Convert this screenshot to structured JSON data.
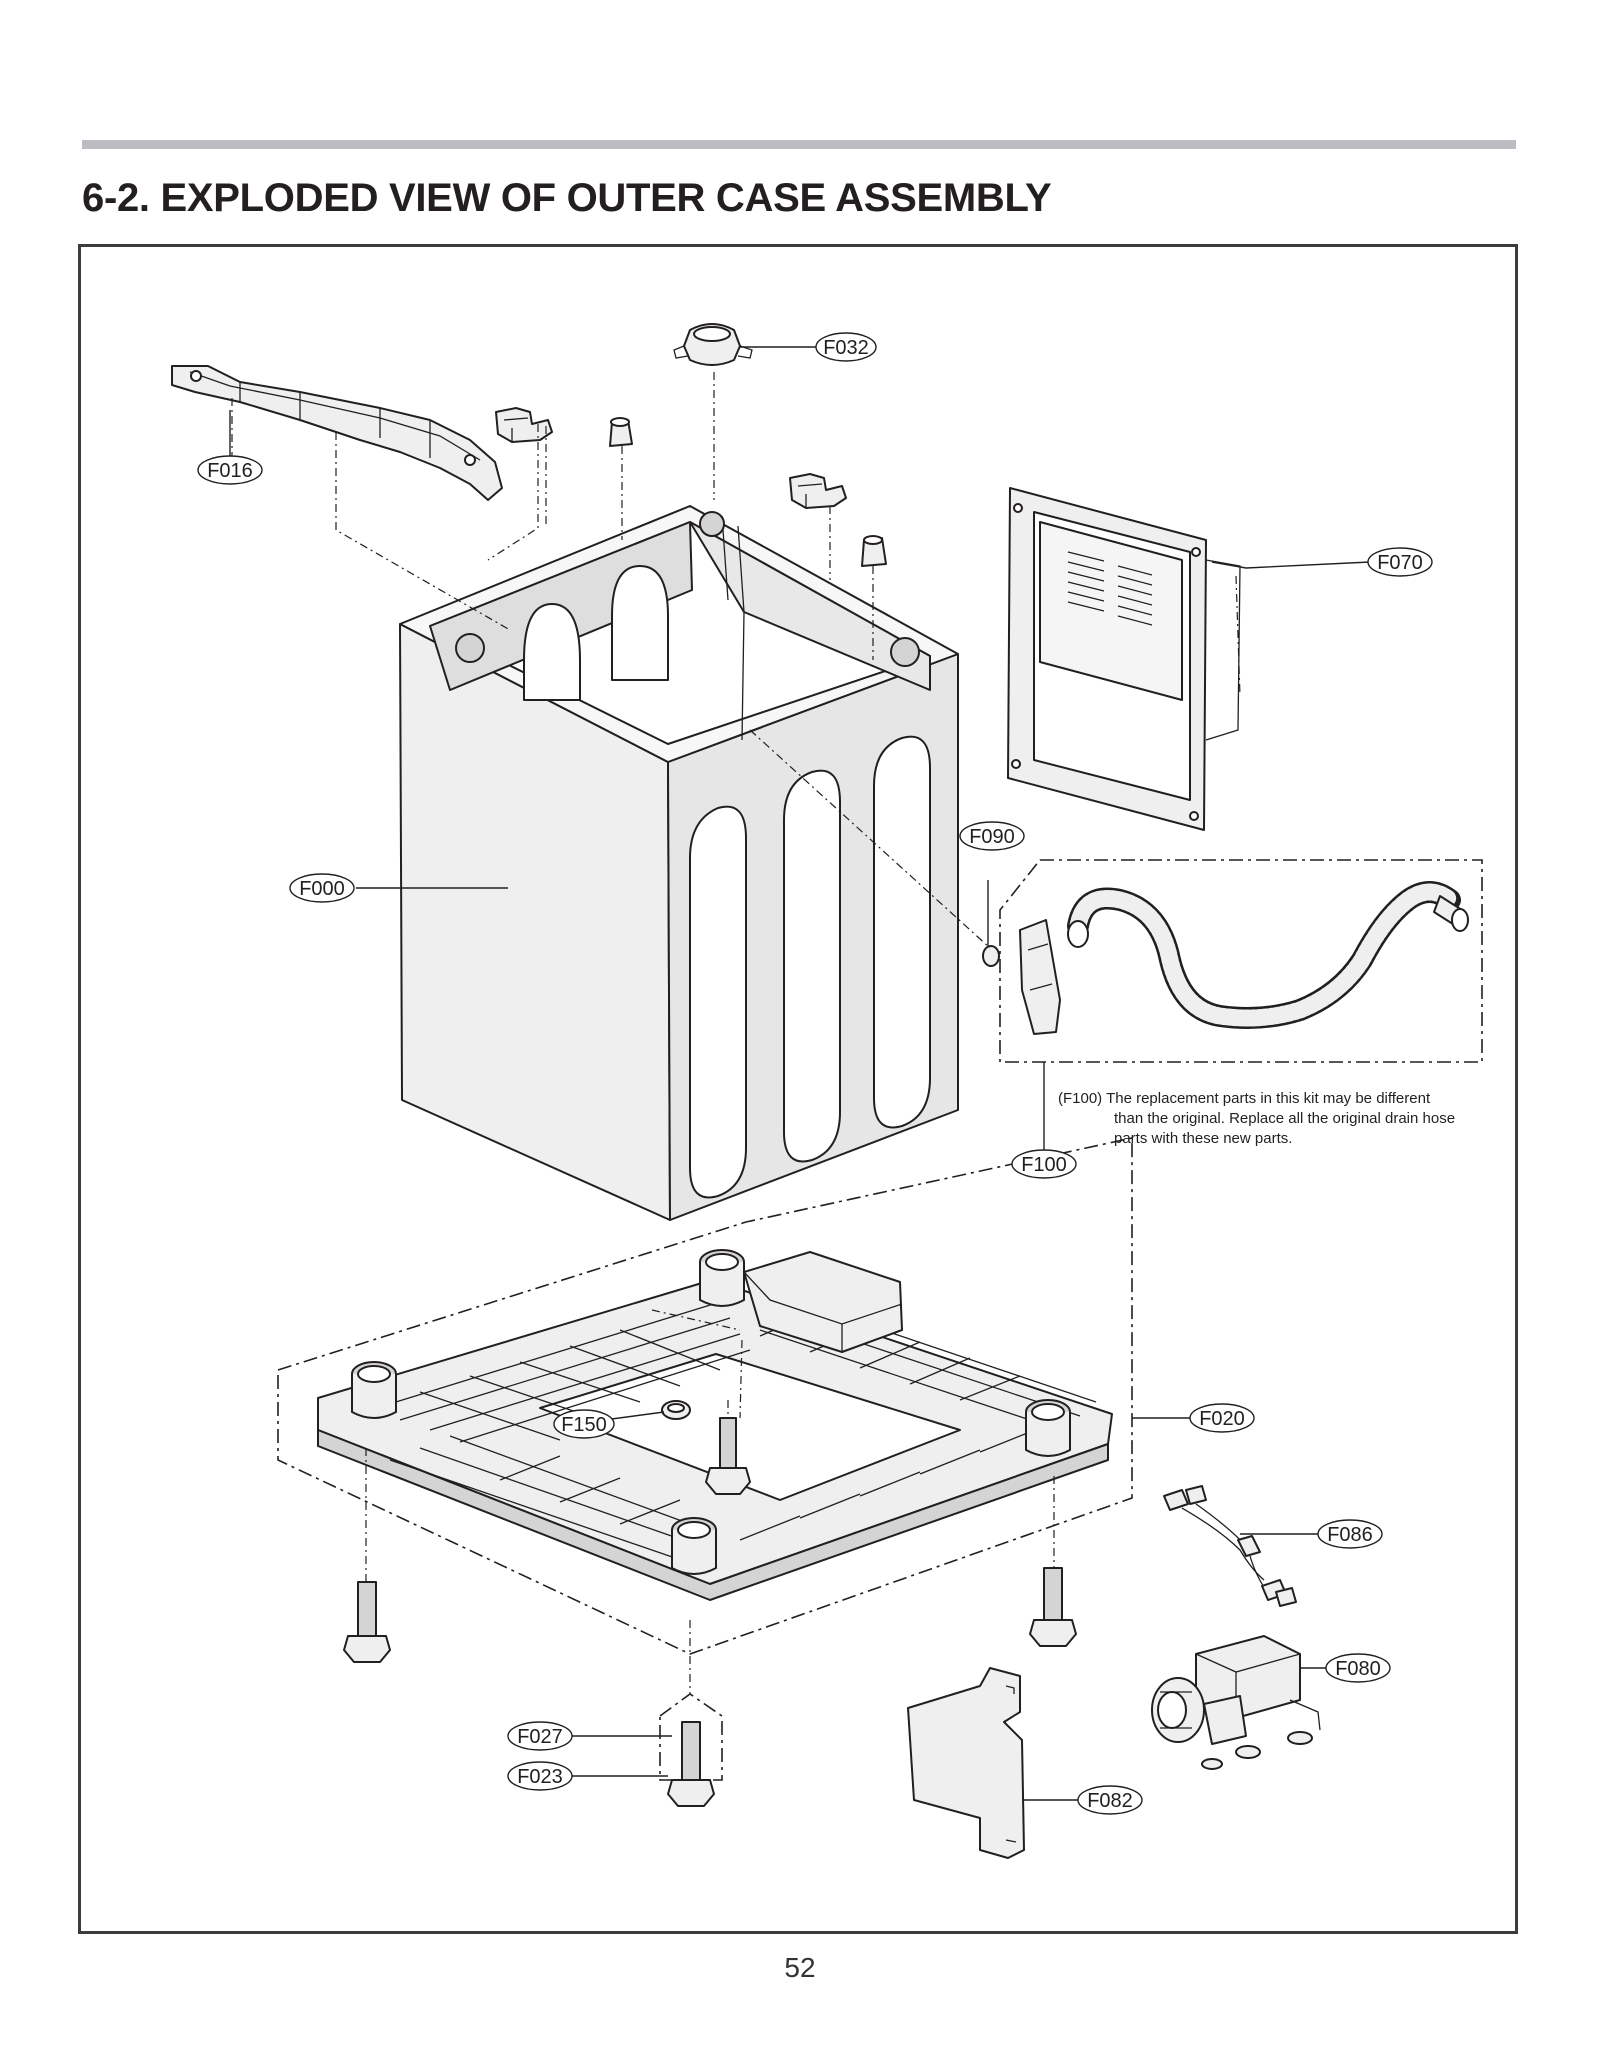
{
  "page": {
    "title": "6-2. EXPLODED VIEW OF OUTER CASE ASSEMBLY",
    "page_number": "52"
  },
  "callouts": {
    "F032": "F032",
    "F016": "F016",
    "F070": "F070",
    "F090": "F090",
    "F000": "F000",
    "F100": "F100",
    "F150": "F150",
    "F020": "F020",
    "F086": "F086",
    "F080": "F080",
    "F027": "F027",
    "F023": "F023",
    "F082": "F082"
  },
  "note": {
    "line1": "(F100) The replacement parts in this kit may be different",
    "line2": "than the original. Replace all the original drain hose",
    "line3": "parts with these new parts."
  },
  "colors": {
    "ink": "#231f20",
    "rule": "#bcbdc0",
    "part_fill": "#efefef",
    "part_shade": "#d4d4d4"
  }
}
